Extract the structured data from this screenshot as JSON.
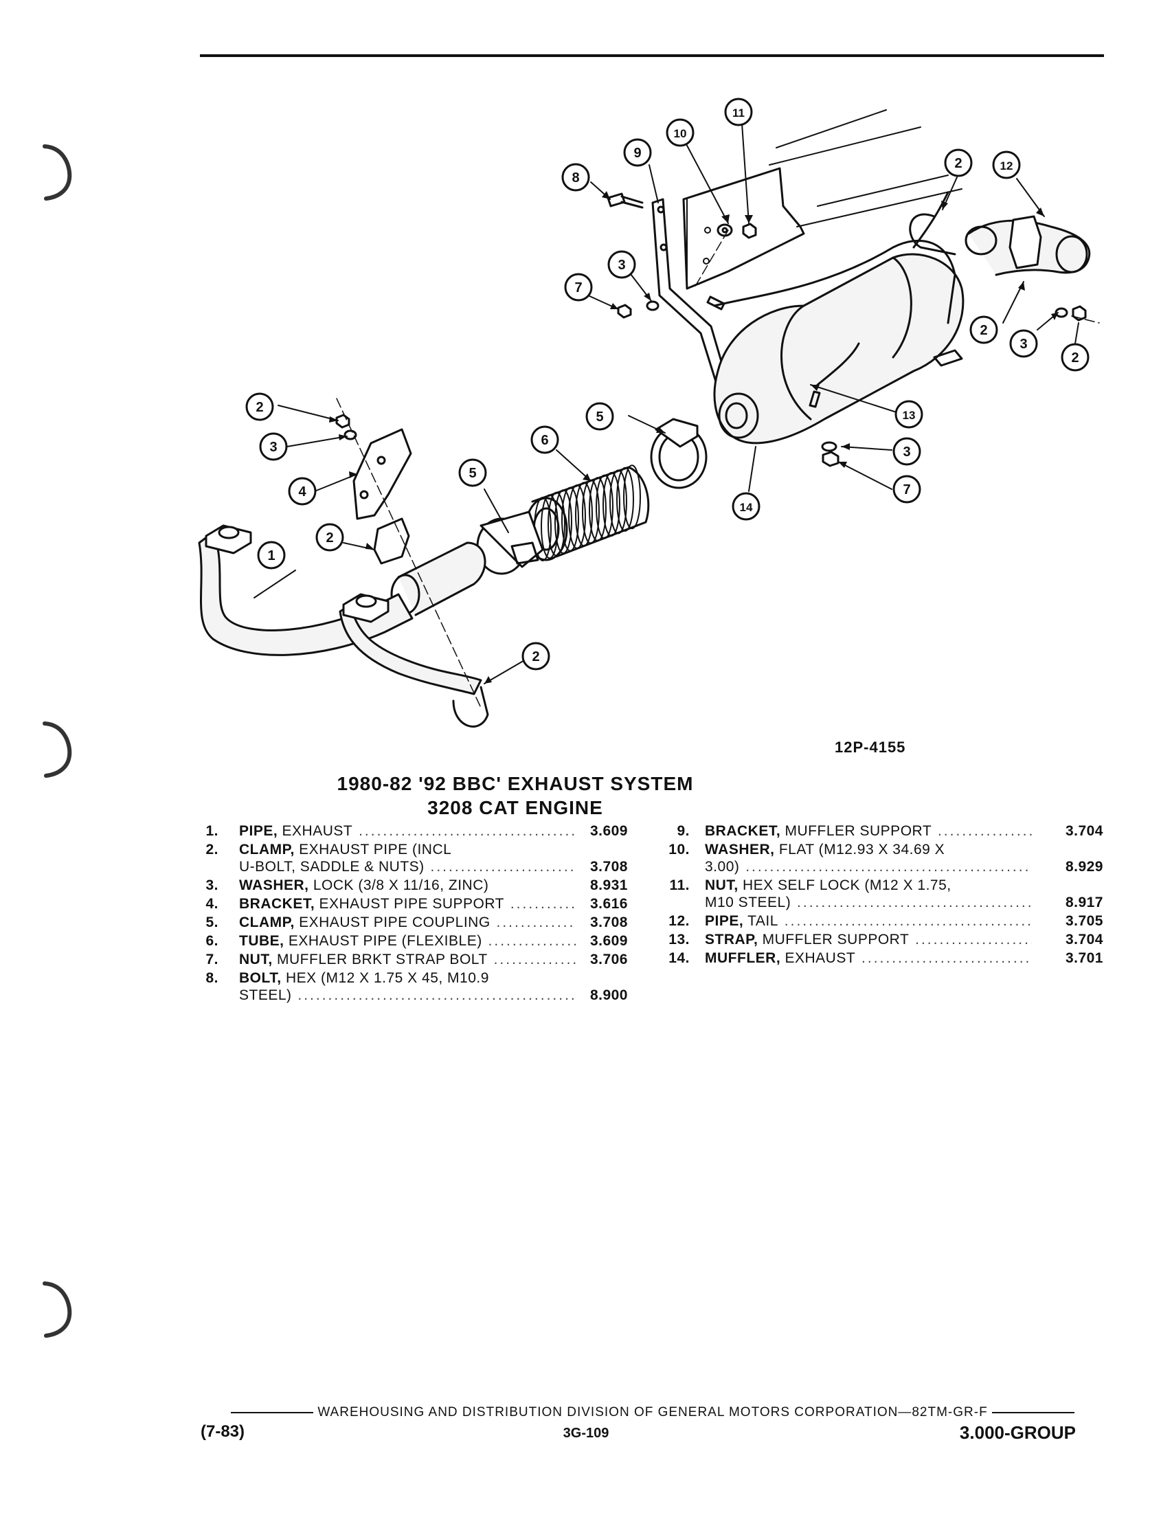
{
  "figure_id": "12P-4155",
  "title_line1": "1980-82 '92 BBC' EXHAUST SYSTEM",
  "title_line2": "3208 CAT ENGINE",
  "callouts": [
    "1",
    "2",
    "3",
    "4",
    "5",
    "6",
    "7",
    "8",
    "9",
    "10",
    "11",
    "12",
    "13",
    "14"
  ],
  "parts_left": [
    {
      "num": "1.",
      "rows": [
        {
          "bold": "PIPE,",
          "text": " EXHAUST",
          "leader": true,
          "code": "3.609"
        }
      ]
    },
    {
      "num": "2.",
      "rows": [
        {
          "bold": "CLAMP,",
          "text": " EXHAUST PIPE (INCL",
          "leader": false,
          "code": ""
        },
        {
          "bold": "",
          "text": "U-BOLT, SADDLE & NUTS)",
          "leader": true,
          "code": "3.708"
        }
      ]
    },
    {
      "num": "3.",
      "rows": [
        {
          "bold": "WASHER,",
          "text": " LOCK (3/8 X 11/16, ZINC)",
          "leader": false,
          "code": "8.931"
        }
      ]
    },
    {
      "num": "4.",
      "rows": [
        {
          "bold": "BRACKET,",
          "text": " EXHAUST PIPE SUPPORT",
          "leader": true,
          "code": "3.616"
        }
      ]
    },
    {
      "num": "5.",
      "rows": [
        {
          "bold": "CLAMP,",
          "text": " EXHAUST PIPE COUPLING",
          "leader": true,
          "code": "3.708"
        }
      ]
    },
    {
      "num": "6.",
      "rows": [
        {
          "bold": "TUBE,",
          "text": " EXHAUST PIPE (FLEXIBLE)",
          "leader": true,
          "code": "3.609"
        }
      ]
    },
    {
      "num": "7.",
      "rows": [
        {
          "bold": "NUT,",
          "text": " MUFFLER BRKT STRAP BOLT",
          "leader": true,
          "code": "3.706"
        }
      ]
    },
    {
      "num": "8.",
      "rows": [
        {
          "bold": "BOLT,",
          "text": " HEX (M12 X 1.75 X 45, M10.9",
          "leader": false,
          "code": ""
        },
        {
          "bold": "",
          "text": "STEEL)",
          "leader": true,
          "code": "8.900"
        }
      ]
    }
  ],
  "parts_right": [
    {
      "num": "9.",
      "rows": [
        {
          "bold": "BRACKET,",
          "text": " MUFFLER SUPPORT",
          "leader": true,
          "code": "3.704"
        }
      ]
    },
    {
      "num": "10.",
      "rows": [
        {
          "bold": "WASHER,",
          "text": " FLAT (M12.93 X 34.69 X",
          "leader": false,
          "code": ""
        },
        {
          "bold": "",
          "text": "3.00)",
          "leader": true,
          "code": "8.929"
        }
      ]
    },
    {
      "num": "11.",
      "rows": [
        {
          "bold": "NUT,",
          "text": " HEX SELF LOCK (M12 X 1.75,",
          "leader": false,
          "code": ""
        },
        {
          "bold": "",
          "text": "M10 STEEL)",
          "leader": true,
          "code": "8.917"
        }
      ]
    },
    {
      "num": "12.",
      "rows": [
        {
          "bold": "PIPE,",
          "text": " TAIL",
          "leader": true,
          "code": "3.705"
        }
      ]
    },
    {
      "num": "13.",
      "rows": [
        {
          "bold": "STRAP,",
          "text": " MUFFLER SUPPORT",
          "leader": true,
          "code": "3.704"
        }
      ]
    },
    {
      "num": "14.",
      "rows": [
        {
          "bold": "MUFFLER,",
          "text": " EXHAUST",
          "leader": true,
          "code": "3.701"
        }
      ]
    }
  ],
  "footer": {
    "division": "WAREHOUSING AND DISTRIBUTION  DIVISION OF GENERAL MOTORS CORPORATION—82TM-GR-F",
    "date": "(7-83)",
    "page": "3G-109",
    "group": "3.000-GROUP"
  },
  "colors": {
    "ink": "#111111",
    "paper": "#ffffff",
    "part_fill": "#f4f4f4"
  }
}
